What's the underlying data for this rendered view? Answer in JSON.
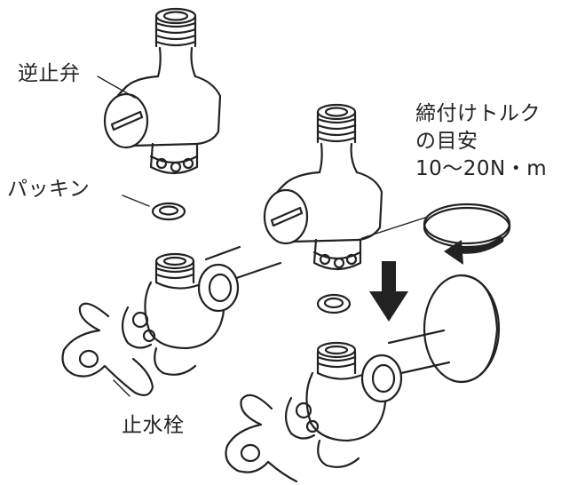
{
  "labels": {
    "check_valve": "逆止弁",
    "packing": "パッキン",
    "stop_valve": "止水栓"
  },
  "torque_note": {
    "line1": "締付けトルク",
    "line2": "の目安",
    "line3": "10〜20N・m"
  },
  "colors": {
    "ink": "#222222",
    "background": "#ffffff"
  }
}
